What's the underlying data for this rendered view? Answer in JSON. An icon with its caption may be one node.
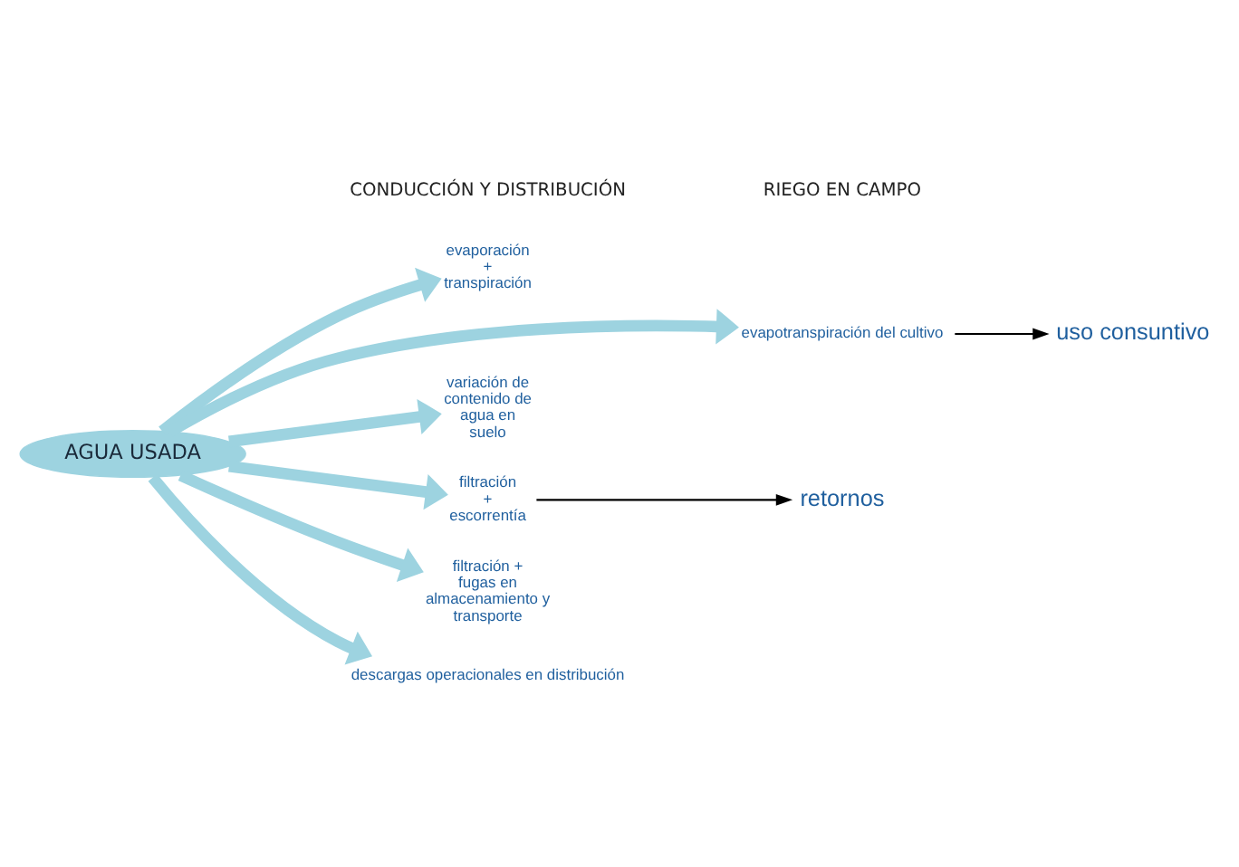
{
  "diagram": {
    "nodes": [
      {
        "text": [
          "AGUA USADA"
        ]
      },
      {
        "text": [
          "evaporación +  transpiración"
        ]
      },
      {
        "text": [
          "evapotranspiración del cultivo"
        ]
      },
      {
        "text": [
          "variación de contenido de agua en suelo"
        ]
      },
      {
        "text": [
          "filtración + escorrentía"
        ]
      },
      {
        "text": [
          "filtración + fugas en almacenamiento y transporte"
        ]
      },
      {
        "text": [
          "descargas operacionales en distribución"
        ]
      },
      {
        "text": [
          "uso consuntivo"
        ]
      },
      {
        "text": [
          "retornos"
        ]
      }
    ],
    "edges": [
      {
        "from": 0,
        "to": 1,
        "arrow": "to"
      },
      {
        "from": 0,
        "to": 2,
        "arrow": "to"
      },
      {
        "from": 0,
        "to": 3,
        "arrow": "to"
      },
      {
        "from": 0,
        "to": 4,
        "arrow": "to"
      },
      {
        "from": 0,
        "to": 5,
        "arrow": "to"
      },
      {
        "from": 0,
        "to": 6,
        "arrow": "to"
      },
      {
        "from": 2,
        "to": 7,
        "arrow": "to",
        "color": "#000000"
      },
      {
        "from": 4,
        "to": 8,
        "arrow": "to",
        "color": "#000000"
      }
    ],
    "labels": [
      "CONDUCCIÓN Y DISTRIBUCIÓN",
      "RIEGO EN CAMPO"
    ]
  }
}
